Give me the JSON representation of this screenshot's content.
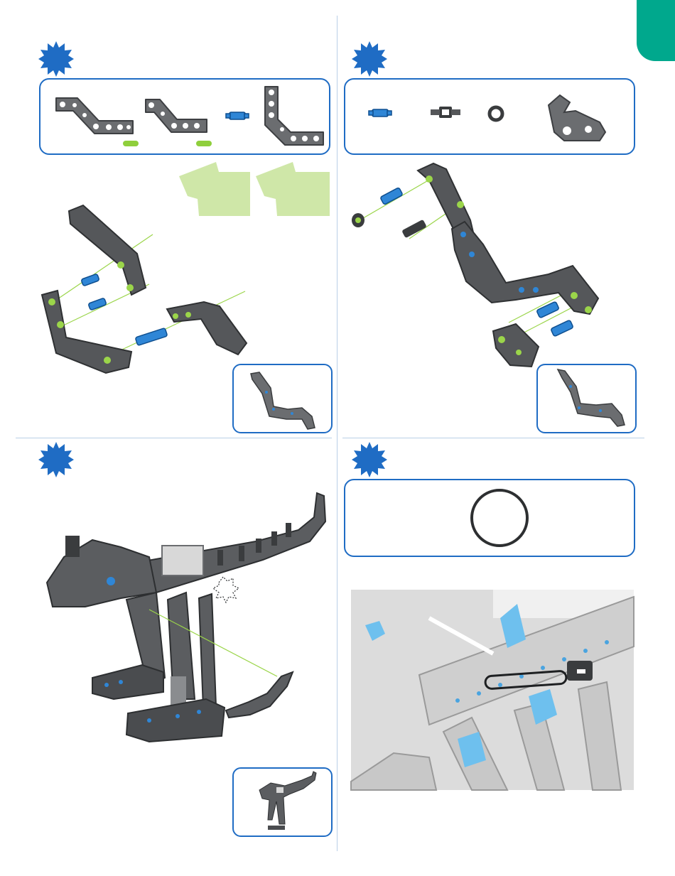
{
  "page": {
    "accent_color": "#1f6cc4",
    "tab_color": "#00a88d",
    "part_highlight_color": "#8fcf3c"
  },
  "steps": [
    {
      "id": "step-1",
      "badge_icon": "starburst-badge-icon",
      "parts": [
        "bent-beam-long",
        "bent-beam-short",
        "connector-pin",
        "bent-beam-l"
      ],
      "inset": "assembled-arm-preview"
    },
    {
      "id": "step-2",
      "badge_icon": "starburst-badge-icon",
      "parts": [
        "connector-pin",
        "shaft-lock-pin",
        "rubber-washer",
        "hook-plate"
      ],
      "inset": "assembled-arm-preview"
    },
    {
      "id": "step-3",
      "badge_icon": "starburst-badge-icon",
      "parts": [],
      "inset": "dinosaur-model-preview"
    },
    {
      "id": "step-4",
      "badge_icon": "starburst-badge-icon",
      "parts": [
        "rubber-band"
      ],
      "inset": ""
    }
  ]
}
